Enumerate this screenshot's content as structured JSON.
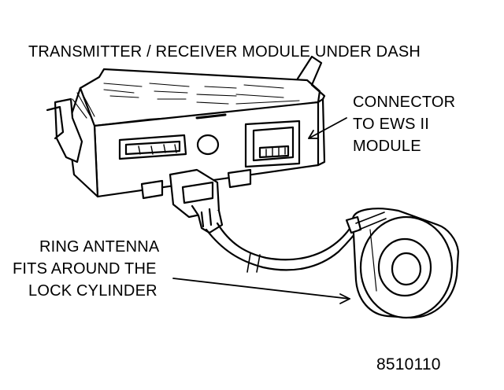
{
  "title": "TRANSMITTER / RECEIVER MODULE UNDER DASH",
  "callouts": {
    "connector": [
      "CONNECTOR",
      "TO EWS II",
      "MODULE"
    ],
    "antenna": [
      "RING ANTENNA",
      "FITS AROUND THE",
      "LOCK CYLINDER"
    ]
  },
  "figure_number": "8510110",
  "colors": {
    "ink": "#000000",
    "paper": "#ffffff",
    "shade": "#e6e6e6"
  }
}
